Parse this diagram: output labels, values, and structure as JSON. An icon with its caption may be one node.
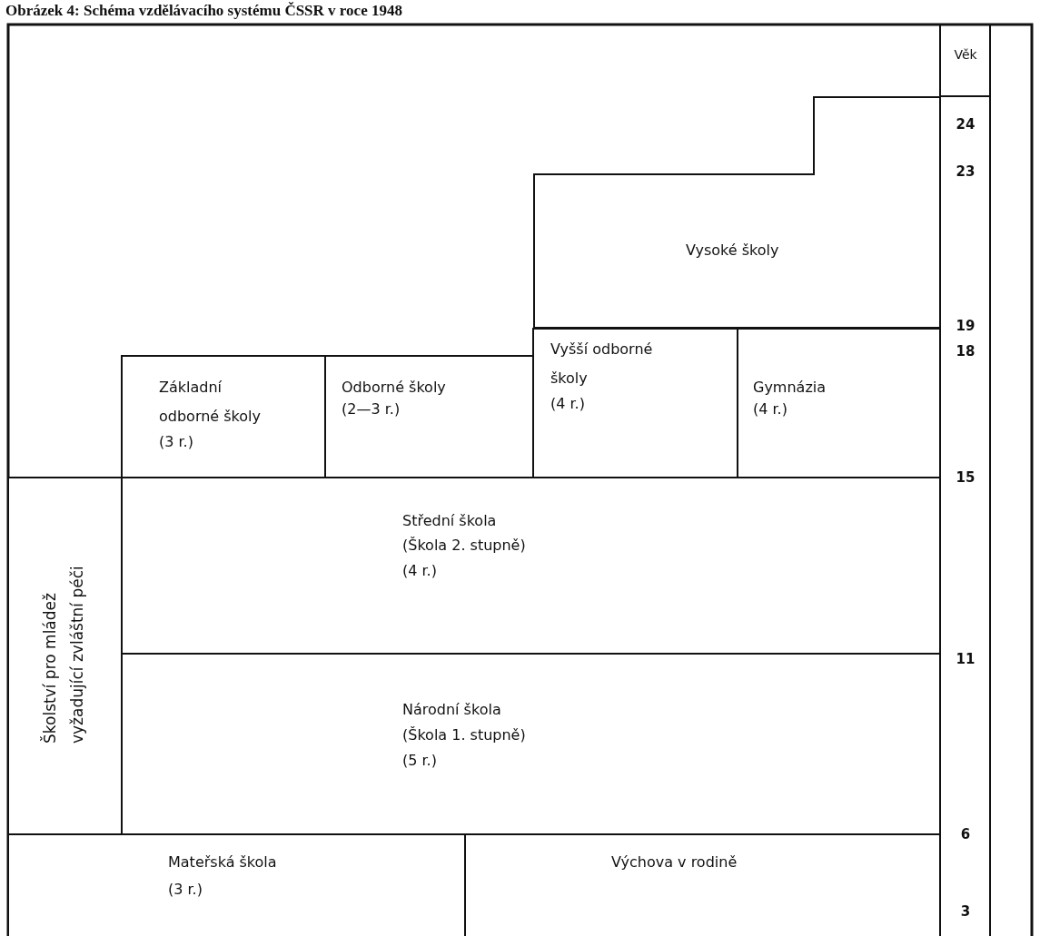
{
  "diagram": {
    "title": "Obrázek 4: Schéma vzdělávacího systému ČSSR v roce 1948",
    "nodes": [
      {
        "text": [
          "Vysoké školy"
        ]
      },
      {
        "text": [
          "Základní odborné školy",
          "(3 r.)"
        ]
      },
      {
        "text": [
          "Odborné školy",
          "(2—3 r.)"
        ]
      },
      {
        "text": [
          "Vyšší odborné školy",
          "(4 r.)"
        ]
      },
      {
        "text": [
          "Gymnázia",
          "(4 r.)"
        ]
      },
      {
        "text": [
          "Školství pro mládež vyžadující zvláštní péči"
        ]
      },
      {
        "text": [
          "Střední škola",
          "(Škola 2. stupně)",
          "(4 r.)"
        ]
      },
      {
        "text": [
          "Národní škola",
          "(Škola 1. stupně)",
          "(5 r.)"
        ]
      },
      {
        "text": [
          "Mateřská škola",
          "(3 r.)"
        ]
      },
      {
        "text": [
          "Výchova v rodině"
        ]
      }
    ],
    "labels": [
      "Věk",
      "24",
      "23",
      "19",
      "18",
      "15",
      "11",
      "6",
      "3"
    ]
  }
}
